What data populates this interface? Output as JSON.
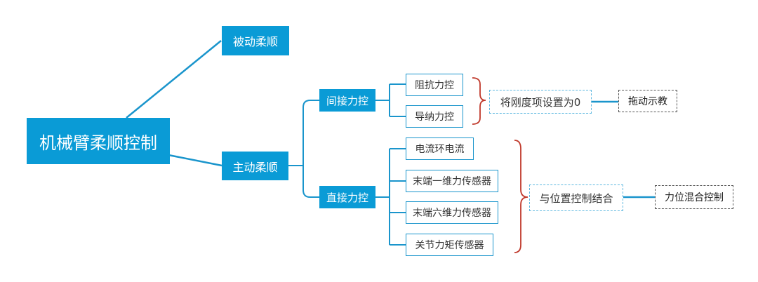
{
  "root": {
    "label": "机械臂柔顺控制"
  },
  "passive": {
    "label": "被动柔顺"
  },
  "active": {
    "label": "主动柔顺"
  },
  "indirect": {
    "label": "间接力控",
    "children": [
      "阻抗力控",
      "导纳力控"
    ],
    "note": "将刚度项设置为0",
    "result": "拖动示教"
  },
  "direct": {
    "label": "直接力控",
    "children": [
      "电流环电流",
      "末端一维力传感器",
      "末端六维力传感器",
      "关节力矩传感器"
    ],
    "note": "与位置控制结合",
    "result": "力位混合控制"
  },
  "colors": {
    "primary": "#0a9bd6",
    "line": "#1a95cc",
    "brace": "#c0392b",
    "dashed_dark": "#555555"
  }
}
